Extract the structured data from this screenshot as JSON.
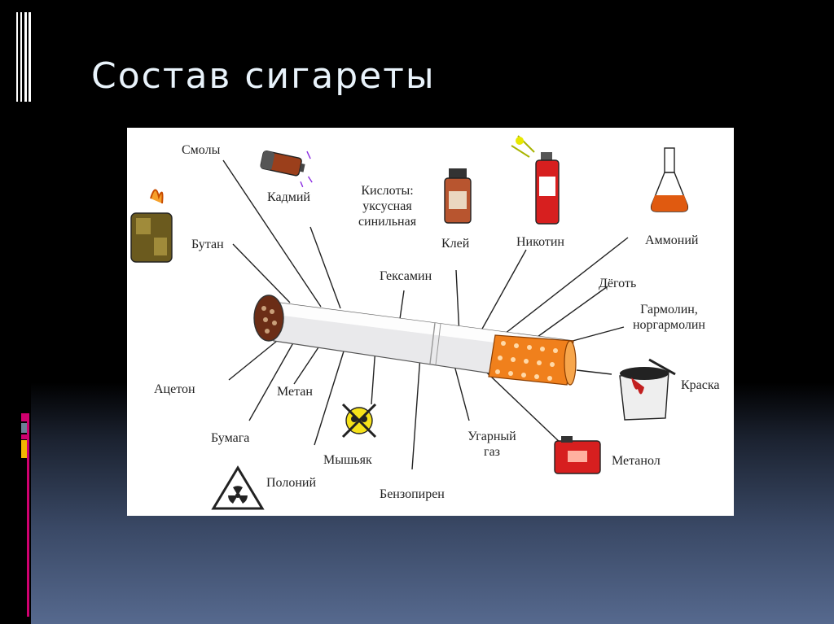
{
  "slide": {
    "title": "Состав сигареты",
    "colors": {
      "background": "#000000",
      "title": "#e9f3fb",
      "accent_pink": "#d0006f",
      "accent_yellow": "#f2b600",
      "accent_gray": "#6b7f95",
      "filter_orange": "#f0801c"
    }
  },
  "diagram": {
    "labels": {
      "smoly": "Смолы",
      "kadmiy": "Кадмий",
      "kisloty_1": "Кислоты:",
      "kisloty_2": "уксусная",
      "kisloty_3": "синильная",
      "kley": "Клей",
      "nikotin": "Никотин",
      "ammoniy": "Аммоний",
      "butan": "Бутан",
      "geksamin": "Гексамин",
      "degot": "Дёготь",
      "garmolin_1": "Гармолин,",
      "garmolin_2": "норгармолин",
      "aceton": "Ацетон",
      "metan": "Метан",
      "kraska": "Краска",
      "bumaga": "Бумага",
      "myshyak": "Мышьяк",
      "ugarny_1": "Угарный",
      "ugarny_2": "газ",
      "metanol": "Метанол",
      "poloniy": "Полоний",
      "benzopiren": "Бензопирен"
    },
    "icons": [
      "cadmium-battery-icon",
      "glue-bottle-icon",
      "nicotine-spray-can-icon",
      "ammonia-flask-icon",
      "butane-lighter-icon",
      "paint-bucket-icon",
      "arsenic-skull-icon",
      "methanol-canister-icon",
      "radiation-warning-icon"
    ]
  }
}
